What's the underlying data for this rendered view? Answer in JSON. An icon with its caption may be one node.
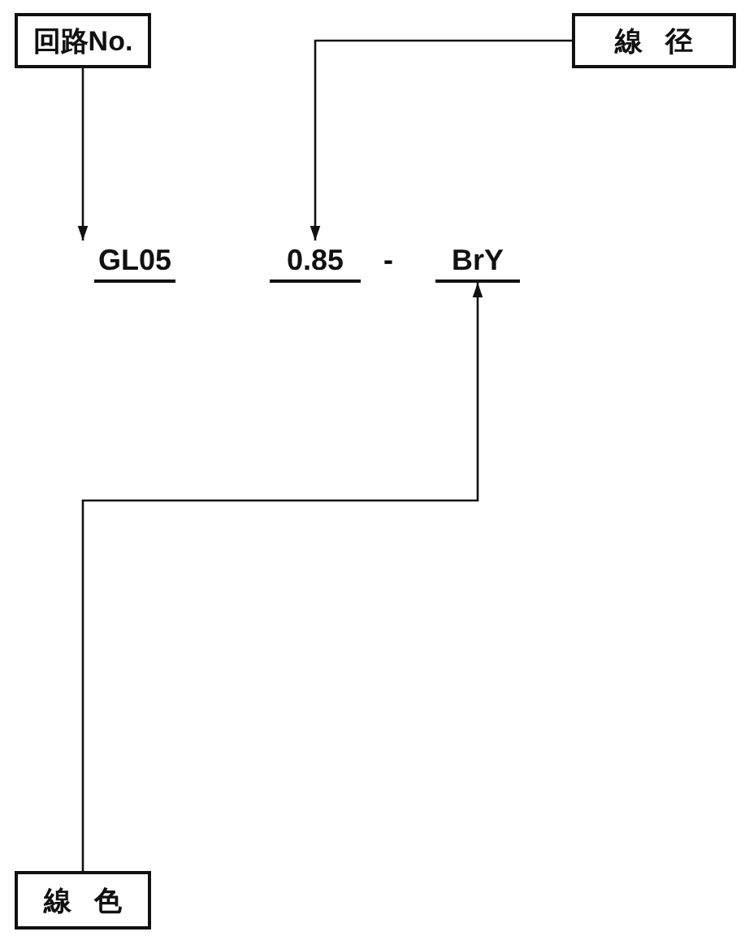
{
  "diagram": {
    "nodes": [
      {
        "text": [
          "回路No."
        ]
      },
      {
        "text": [
          "線径"
        ]
      },
      {
        "text": [
          "GL05"
        ]
      },
      {
        "text": [
          "0.85"
        ]
      },
      {
        "text": [
          "BrY"
        ]
      },
      {
        "text": [
          "線色"
        ]
      }
    ],
    "edges": [
      {
        "from": 0,
        "to": 2,
        "arrow": "to"
      },
      {
        "from": 1,
        "to": 3,
        "arrow": "to"
      },
      {
        "from": 5,
        "to": 4,
        "arrow": "to"
      }
    ],
    "labels": [
      "-"
    ]
  }
}
